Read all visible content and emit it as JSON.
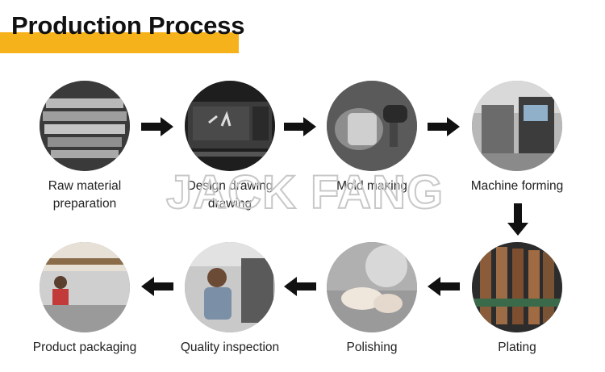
{
  "title": "Production Process",
  "watermark": "JACK FANG",
  "accent_color": "#f5b21b",
  "steps": [
    {
      "label_line1": "Raw material",
      "label_line2": "preparation"
    },
    {
      "label_line1": "Design drawing",
      "label_line2": "drawing"
    },
    {
      "label_line1": "Mold making",
      "label_line2": ""
    },
    {
      "label_line1": "Machine forming",
      "label_line2": ""
    },
    {
      "label_line1": "Plating",
      "label_line2": ""
    },
    {
      "label_line1": "Polishing",
      "label_line2": ""
    },
    {
      "label_line1": "Quality inspection",
      "label_line2": ""
    },
    {
      "label_line1": "Product packaging",
      "label_line2": ""
    }
  ],
  "arrow_icon": "arrow-icon"
}
